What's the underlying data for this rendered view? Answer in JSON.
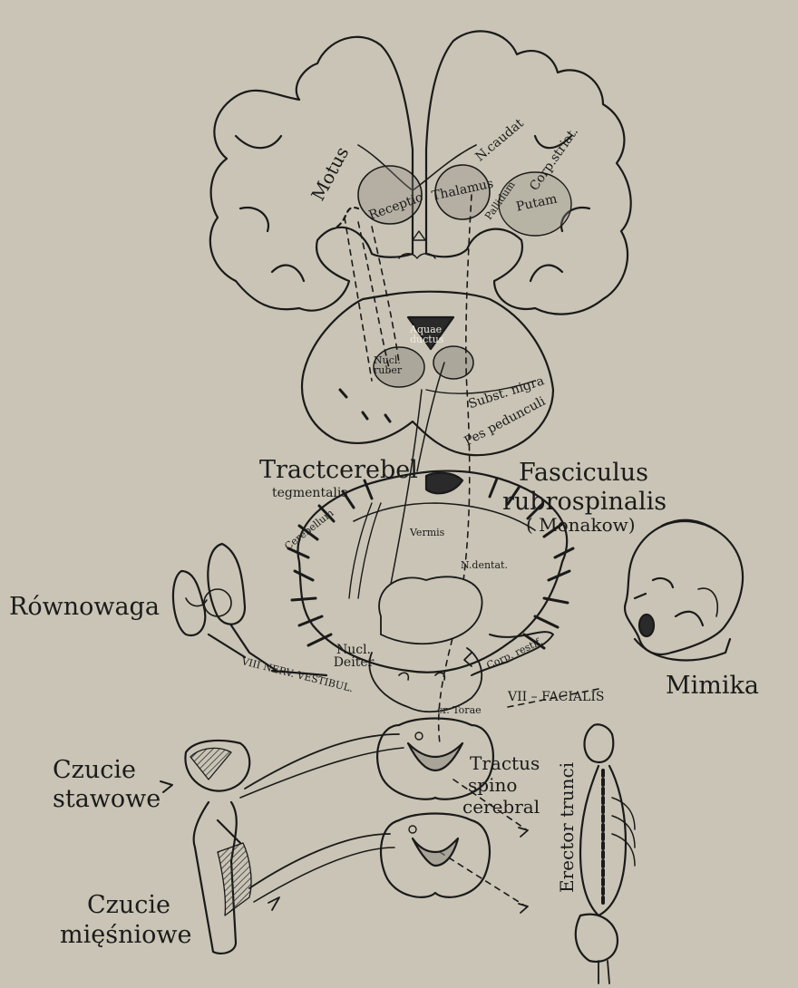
{
  "background_color": "#c9c4b5",
  "ink_color": "#1a1a1a",
  "shade_color": "#8e8a80",
  "brain": {
    "motus": "Motus",
    "receptio": "Receptio",
    "thalamus": "Thalamus",
    "n_caudat": "N.caudat",
    "corp_striat": "Corp.striat.",
    "putam": "Putam",
    "pallidum": "Pallidum"
  },
  "midbrain": {
    "aquaeductus": "Aquae ductus",
    "nucl_ruber": "Nucl. ruber",
    "subst_nigra": "Subst. nigra",
    "pes_pedunculi": "Pes pedunculi"
  },
  "cerebellum": {
    "tract_cerebel": "Tractcerebel",
    "tegmentalis": "tegmentalis",
    "fasciculus": "Fasciculus",
    "rubrospinalis": "rubrospinalis",
    "monakow": "( Monakow)",
    "cerebellum": "Cerebellum",
    "vermis": "Vermis",
    "n_dentat": "N.dentat.",
    "nucl_deiter": "Nucl. Deiter",
    "nerv_vestibul": "VIII NERV. VESTIBUL.",
    "corp_restiform": "Corp. restif.",
    "vii_facialis": "VII – FACIALIS",
    "cr_torae": "cr. Torae"
  },
  "labels": {
    "rownowaga": "Równowaga",
    "mimika": "Mimika",
    "czucie_stawowe_1": "Czucie",
    "czucie_stawowe_2": "stawowe",
    "czucie_miesniowe_1": "Czucie",
    "czucie_miesniowe_2": "mięśniowe",
    "tractus_1": "Tractus",
    "tractus_2": "spino",
    "tractus_3": "cerebral",
    "erector_trunci": "Erector trunci"
  }
}
